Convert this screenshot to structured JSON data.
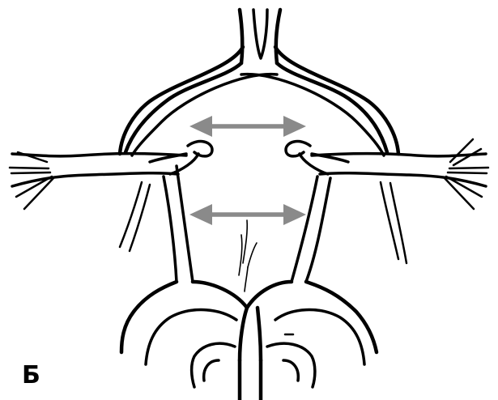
{
  "panel_label": "Б",
  "colors": {
    "vessel_stroke": "#000000",
    "arrow": "#8a8a8a",
    "background": "#ffffff"
  },
  "arrows": [
    {
      "name": "upper-double-arrow",
      "direction": "bidirectional-horizontal"
    },
    {
      "name": "lower-double-arrow",
      "direction": "bidirectional-horizontal"
    }
  ]
}
